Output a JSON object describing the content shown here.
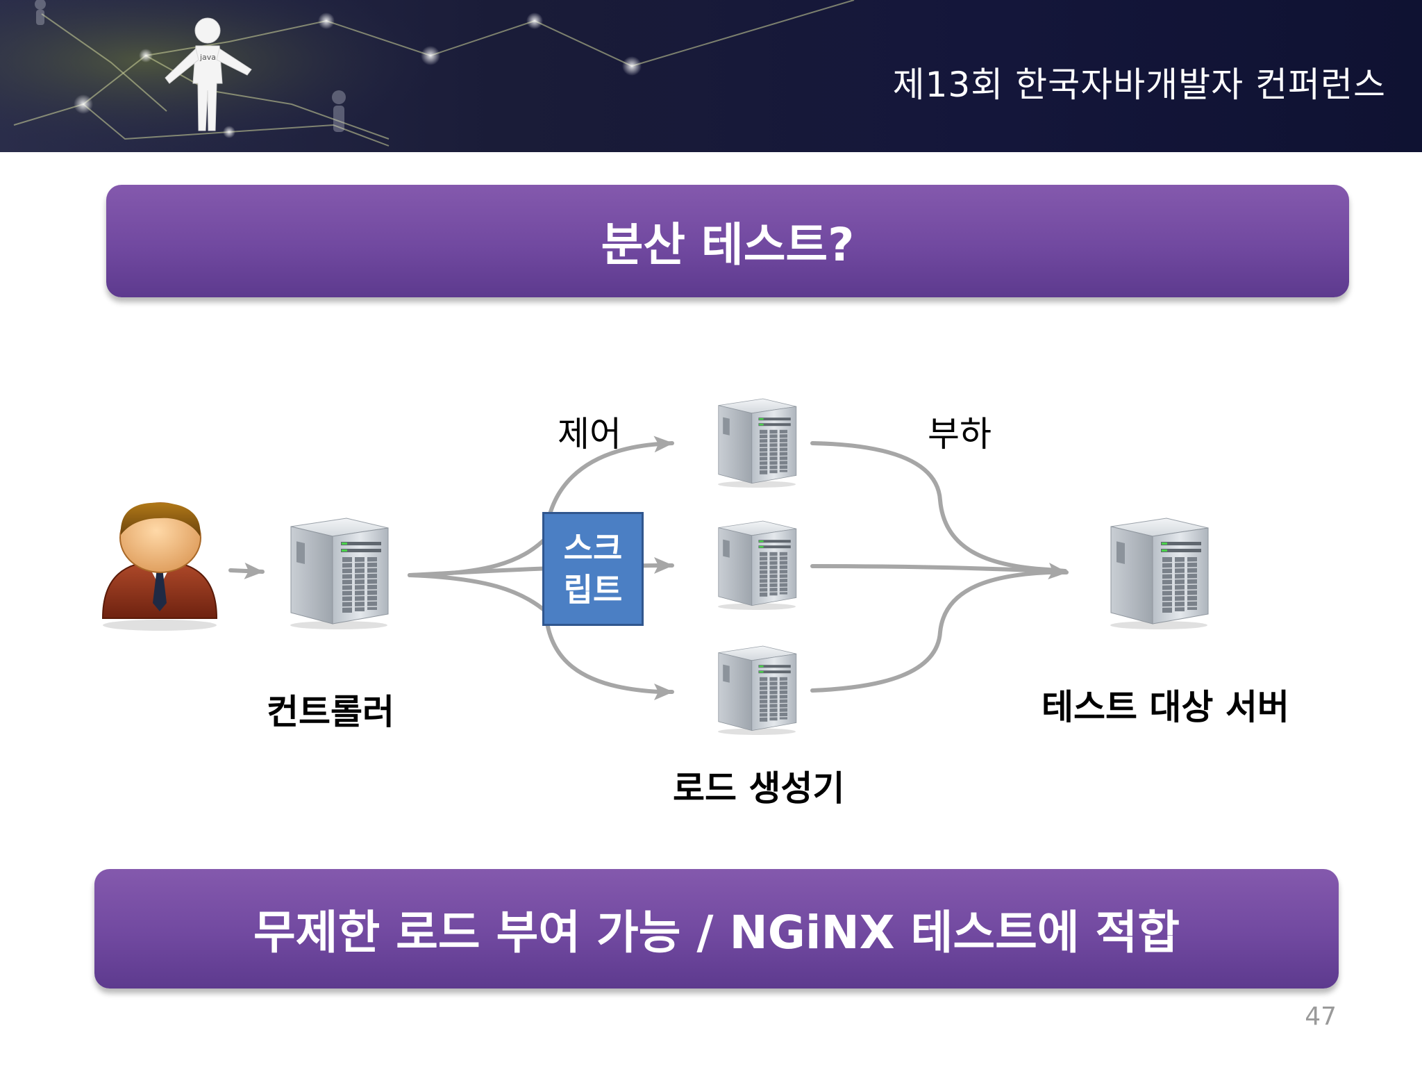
{
  "header": {
    "conference_title": "제13회 한국자바개발자 컨퍼런스",
    "figure_badge": "java"
  },
  "title": "분산 테스트?",
  "diagram": {
    "labels": {
      "control": "제어",
      "load": "부하",
      "controller": "컨트롤러",
      "load_generator": "로드 생성기",
      "target_server": "테스트 대상 서버"
    },
    "script_box": {
      "line1": "스크",
      "line2": "립트"
    },
    "icons": [
      "user-icon",
      "server-icon"
    ],
    "colors": {
      "arrow": "#a6a6a6",
      "script_box": "#4b7fc4",
      "purple": "#7149a0"
    }
  },
  "bottom_text": "무제한 로드 부여 가능 / NGiNX 테스트에 적합",
  "page_number": "47"
}
